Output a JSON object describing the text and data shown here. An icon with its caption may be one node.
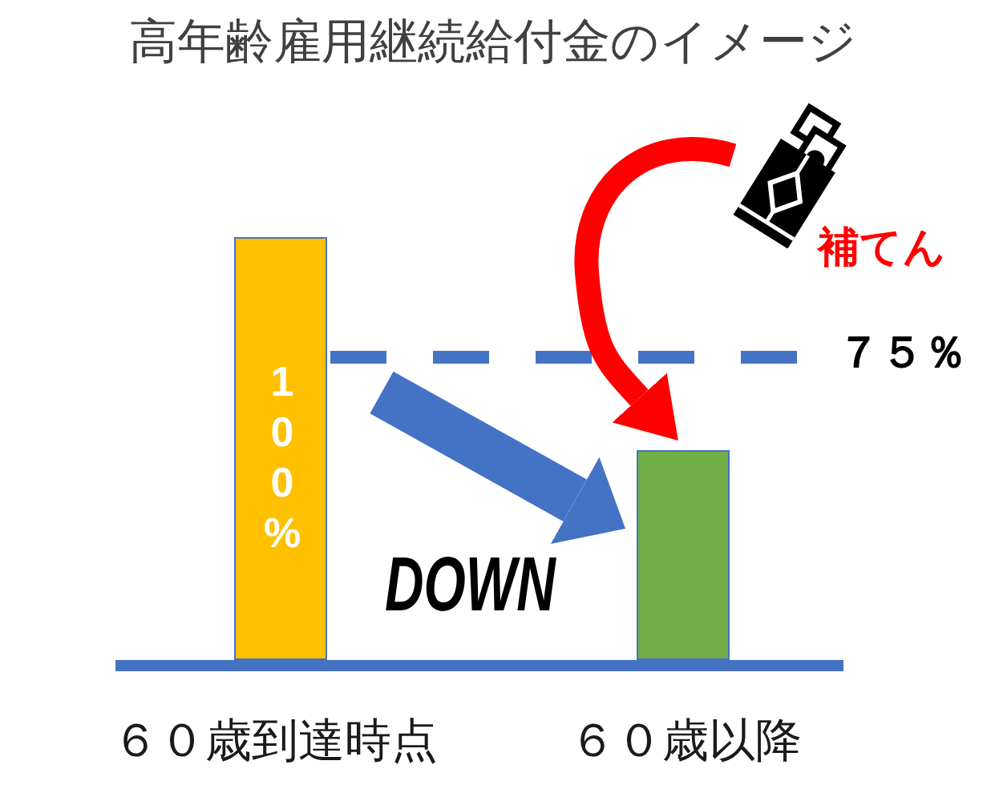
{
  "diagram": {
    "title": "高年齢雇用継続給付金のイメージ",
    "nodes": [
      {
        "text": [
          "100%"
        ],
        "beside": [
          "６０歳到達時点"
        ]
      },
      {
        "text": [],
        "shape": "bar",
        "beside": [
          "６０歳以降"
        ]
      },
      {
        "text": [],
        "shape": "picture",
        "beside": [
          "補てん"
        ]
      }
    ],
    "edges": [
      {
        "from": 0,
        "to": 1,
        "arrow": "to",
        "label": "DOWN",
        "style": "thick",
        "color": "#4472c4"
      },
      {
        "from": 2,
        "to": 1,
        "arrow": "to",
        "color": "#ff0000"
      }
    ],
    "labels": [
      "７５％"
    ]
  }
}
